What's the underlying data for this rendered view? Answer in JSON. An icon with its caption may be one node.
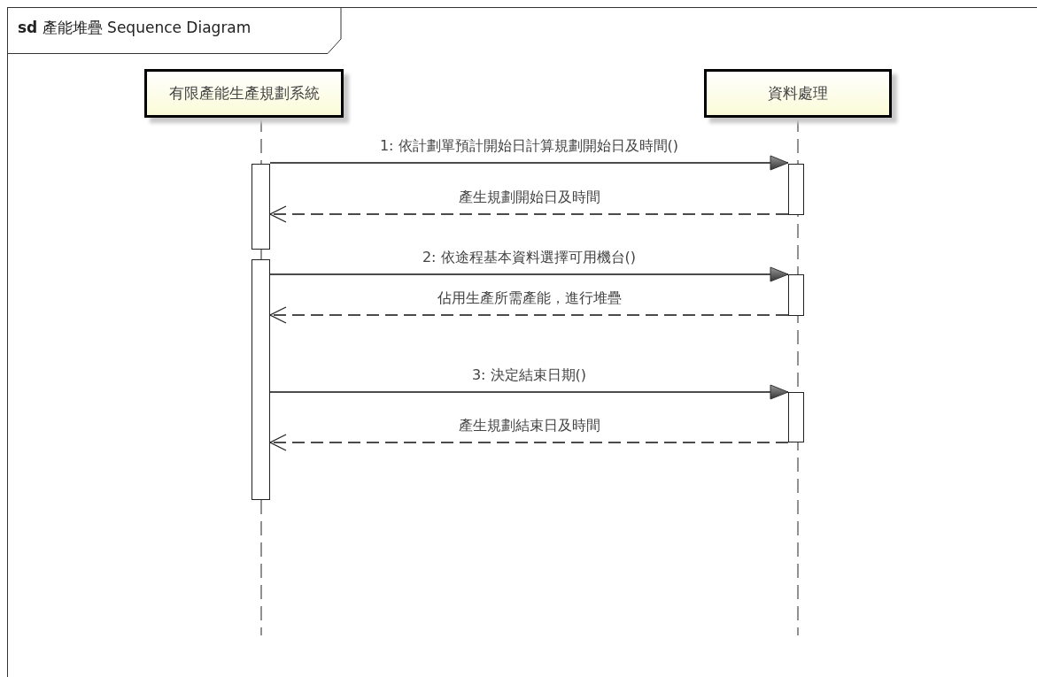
{
  "diagram": {
    "title": "**sd** 產能堆疊 Sequence Diagram",
    "nodes": [
      {
        "text": [
          "有限產能生產規劃系統"
        ]
      },
      {
        "text": [
          "資料處理"
        ]
      },
      {
        "text": [],
        "shape": "bar"
      },
      {
        "text": [],
        "shape": "bar"
      },
      {
        "text": [],
        "shape": "bar"
      },
      {
        "text": [],
        "shape": "bar"
      },
      {
        "text": [],
        "shape": "bar"
      }
    ],
    "edges": [
      {
        "from": 2,
        "to": 4,
        "arrow": "to",
        "label": "1: 依計劃單預計開始日計算規劃開始日及時間()"
      },
      {
        "from": 4,
        "to": 2,
        "arrow": "to",
        "style": "dashed",
        "label": "產生規劃開始日及時間"
      },
      {
        "from": 3,
        "to": 5,
        "arrow": "to",
        "label": "2: 依途程基本資料選擇可用機台()"
      },
      {
        "from": 5,
        "to": 3,
        "arrow": "to",
        "style": "dashed",
        "label": "佔用生產所需產能，進行堆疊"
      },
      {
        "from": 3,
        "to": 6,
        "arrow": "to",
        "label": "3: 決定結束日期()"
      },
      {
        "from": 6,
        "to": 3,
        "arrow": "to",
        "style": "dashed",
        "label": "產生規劃結束日及時間"
      }
    ]
  }
}
